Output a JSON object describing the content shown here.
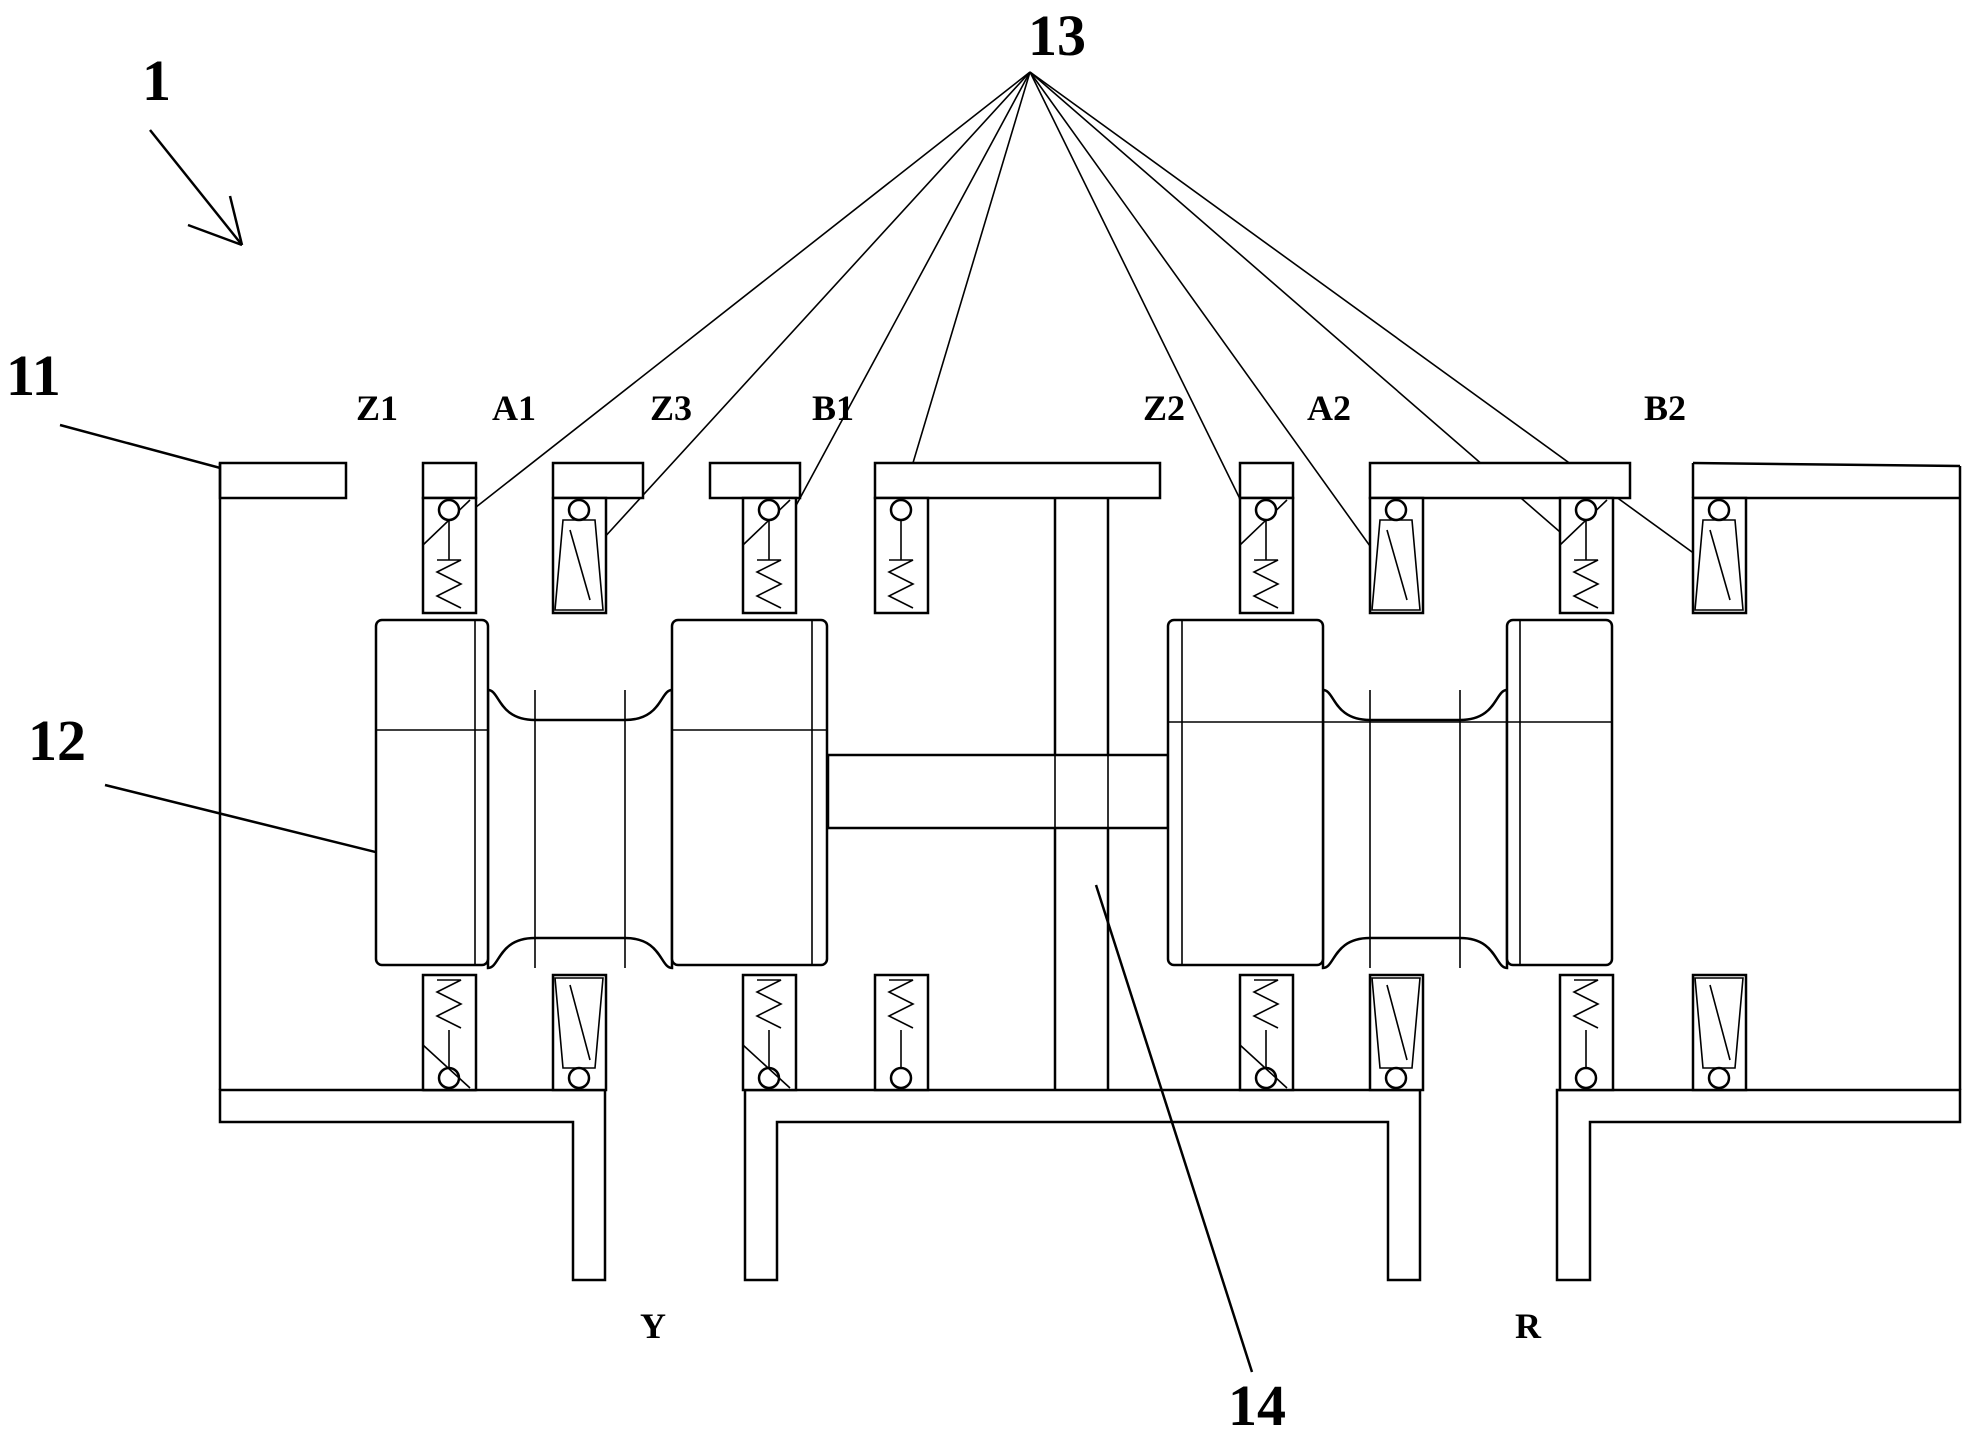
{
  "labels": {
    "assembly": "1",
    "housing": "11",
    "spool": "12",
    "seals": "13",
    "partition": "14"
  },
  "ports": {
    "z1": "Z1",
    "a1": "A1",
    "z3": "Z3",
    "b1": "B1",
    "z2": "Z2",
    "a2": "A2",
    "b2": "B2"
  },
  "outlets": {
    "y": "Y",
    "r": "R"
  }
}
